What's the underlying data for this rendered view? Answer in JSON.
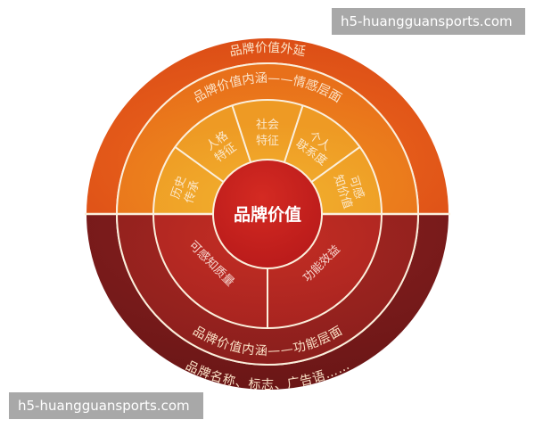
{
  "watermarks": {
    "top": "h5-huangguansports.com",
    "bottom": "h5-huangguansports.com"
  },
  "diagram": {
    "center": {
      "label": "品牌价值",
      "color": "#c8201e"
    },
    "outer_ring": {
      "top_label": "品牌价值外延",
      "bottom_label": "品牌名称、标志、广告语……",
      "top_color": "#e2581a",
      "bottom_color": "#7a1a18"
    },
    "middle_ring": {
      "top_label": "品牌价值内涵——情感层面",
      "bottom_label": "品牌价值内涵——功能层面",
      "top_color": "#ea7a1c",
      "bottom_color": "#9a2420"
    },
    "inner_ring": {
      "top_color": "#f0a22a",
      "bottom_color": "#b42a22",
      "emotional_segments": [
        {
          "line1": "历史",
          "line2": "传承"
        },
        {
          "line1": "人格",
          "line2": "特征"
        },
        {
          "line1": "社会",
          "line2": "特征"
        },
        {
          "line1": "个人",
          "line2": "联系度"
        },
        {
          "line1": "可感",
          "line2": "知价值"
        }
      ],
      "functional_segments": [
        {
          "label": "可感知质量"
        },
        {
          "label": "功能效益"
        }
      ]
    },
    "divider_color": "#fbefdc"
  }
}
